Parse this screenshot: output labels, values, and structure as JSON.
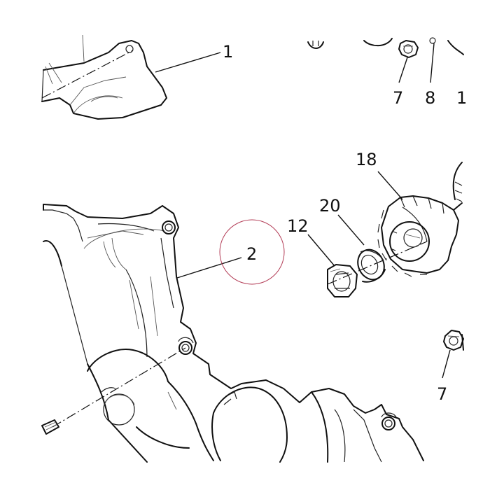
{
  "callouts": {
    "c1": "1",
    "c7a": "7",
    "c8": "8",
    "c1b": "1",
    "c18": "18",
    "c20": "20",
    "c12": "12",
    "c2": "2",
    "c7b": "7"
  },
  "colors": {
    "line": "#111111",
    "highlight": "#b23b55",
    "background": "#ffffff"
  }
}
